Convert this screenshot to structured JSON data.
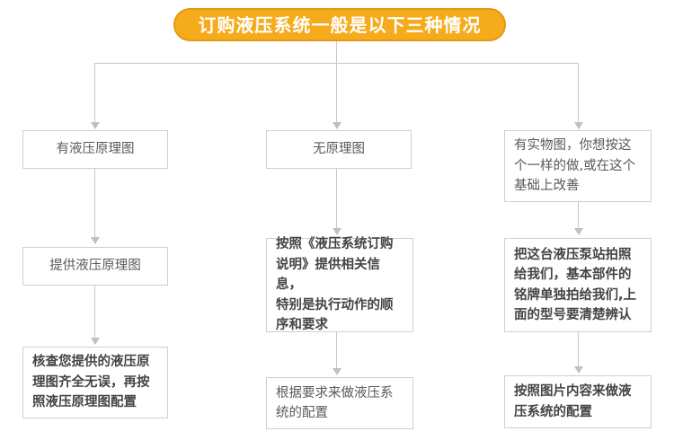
{
  "title": {
    "text": "订购液压系统一般是以下三种情况",
    "background_color": "#f5ab1c",
    "border_color": "#e09a12",
    "text_color": "#ffffff"
  },
  "theme": {
    "box_border_color": "#cfcfcf",
    "connector_color": "#c8c8c8",
    "text_color": "#5a5a5a",
    "page_background": "#ffffff"
  },
  "branches": [
    {
      "id": "branch-1",
      "steps": [
        {
          "id": "branch-1-step-1",
          "text": "有液压原理图"
        },
        {
          "id": "branch-1-step-2",
          "text": "提供液压原理图"
        },
        {
          "id": "branch-1-step-3",
          "text": "核查您提供的液压原\n理图齐全无误，再按\n照液压原理图配置"
        }
      ]
    },
    {
      "id": "branch-2",
      "steps": [
        {
          "id": "branch-2-step-1",
          "text": "无原理图"
        },
        {
          "id": "branch-2-step-2",
          "text": "按照《液压系统订购\n说明》提供相关信息，\n特别是执行动作的顺\n序和要求"
        },
        {
          "id": "branch-2-step-3",
          "text": "根据要求来做液压系\n统的配置"
        }
      ]
    },
    {
      "id": "branch-3",
      "steps": [
        {
          "id": "branch-3-step-1",
          "text": "有实物图，你想按这\n个一样的做,或在这个\n基础上改善"
        },
        {
          "id": "branch-3-step-2",
          "text": "把这台液压泵站拍照\n给我们，基本部件的\n铭牌单独拍给我们,上\n面的型号要清楚辨认"
        },
        {
          "id": "branch-3-step-3",
          "text": "按照图片内容来做液\n压系统的配置"
        }
      ]
    }
  ]
}
